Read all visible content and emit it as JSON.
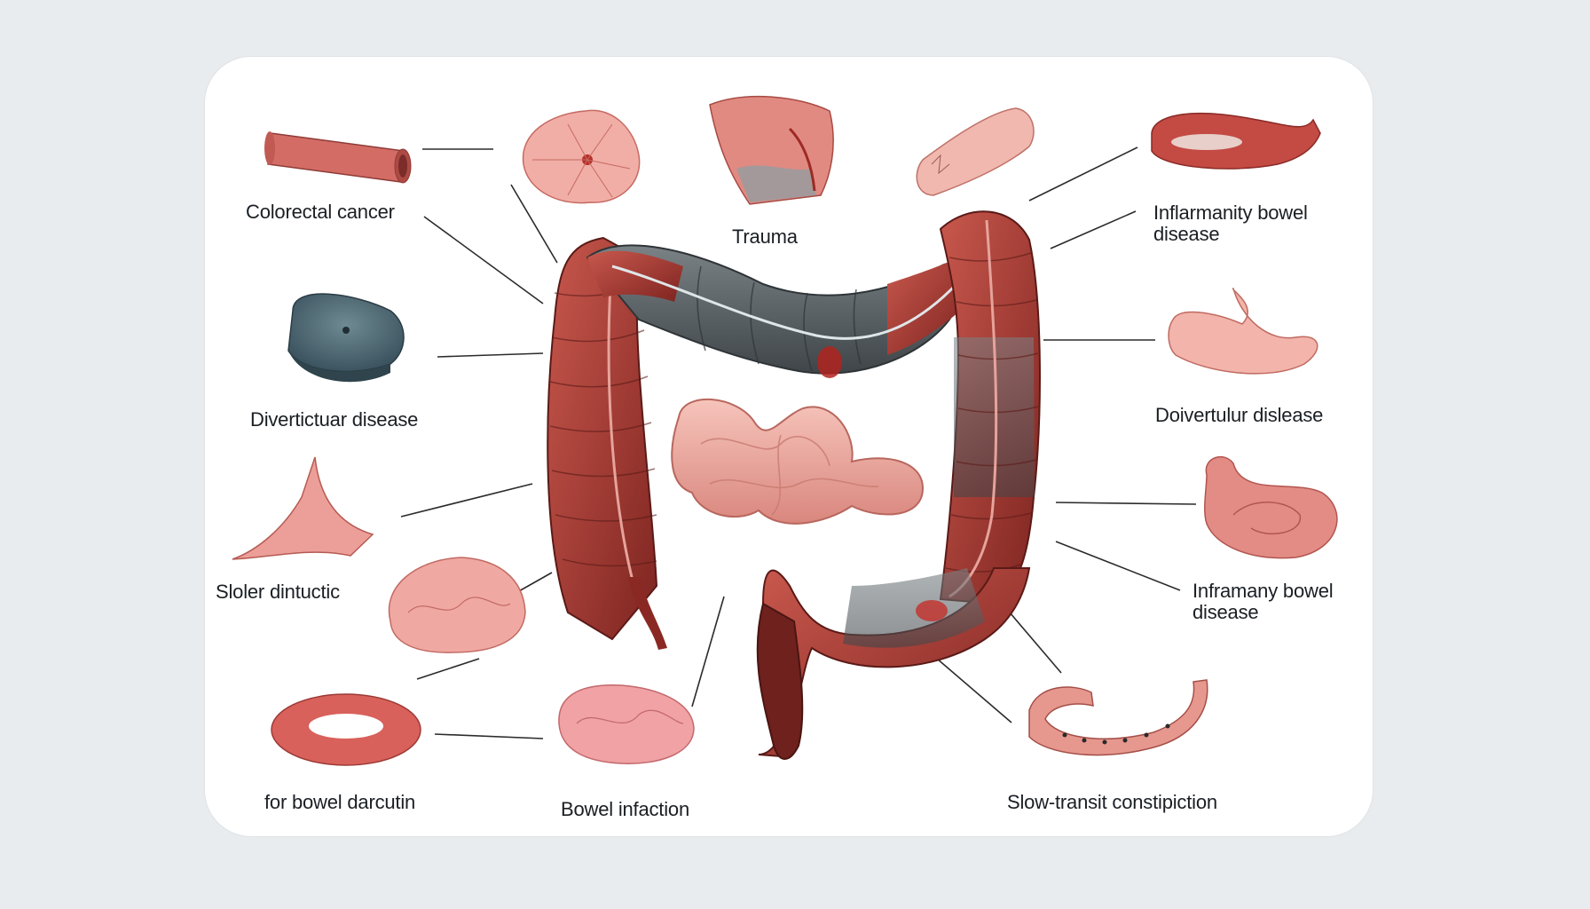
{
  "labels": {
    "colorectal_cancer": "Colorectal cancer",
    "trauma": "Trauma",
    "ibd_top": "Inflarmanity bowel disease",
    "diverticular_left": "Divertictuar disease",
    "diverticular_right": "Doivertulur dislease",
    "sloler": "Sloler dintuctic",
    "ibd_right": "Inframany bowel disease",
    "bowel_darcutin": "for bowel darcutin",
    "bowel_infaction": "Bowel infaction",
    "slow_transit": "Slow-transit constipiction"
  },
  "colors": {
    "background": "#e9ecee",
    "card": "#ffffff",
    "colon_dark_red": "#8f2a26",
    "colon_red": "#b5443c",
    "colon_grey": "#5d6468",
    "small_intestine": "#eaa79c",
    "tissue_pink": "#e48f8a",
    "leader_line": "#2b2b2b"
  }
}
